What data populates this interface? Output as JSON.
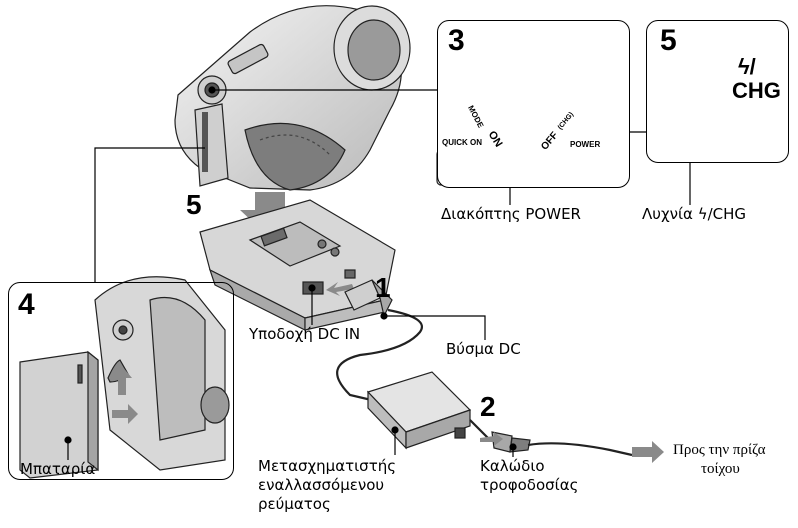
{
  "steps": {
    "s1": "1",
    "s2": "2",
    "s3": "3",
    "s4": "4",
    "s5_main": "5",
    "s5_inset": "5"
  },
  "labels": {
    "power_switch": "Διακόπτης POWER",
    "lamp": "Λυχνία ϟ/CHG",
    "dc_in_jack": "Υποδοχή DC IN",
    "dc_plug": "Βύσμα DC",
    "ac_adaptor": [
      "Μετασχηματιστής",
      "εναλλασσόμενου",
      "ρεύματος"
    ],
    "power_cord": [
      "Καλώδιο",
      "τροφοδοσίας"
    ],
    "battery": "Μπαταρία",
    "wall_outlet": [
      "Προς την πρίζα",
      "τοίχου"
    ]
  },
  "inset_power": {
    "quick_on": "QUICK ON",
    "mode": "MODE",
    "on": "ON",
    "off": "OFF",
    "chg": "(CHG)",
    "power": "POWER"
  },
  "inset_lamp": {
    "flash_glyph": "ϟ/",
    "chg": "CHG"
  },
  "colors": {
    "line": "#000000",
    "gray_arrow": "#8a8a8a",
    "device_fill": "#e8e8e8",
    "device_dark": "#9a9a9a"
  }
}
